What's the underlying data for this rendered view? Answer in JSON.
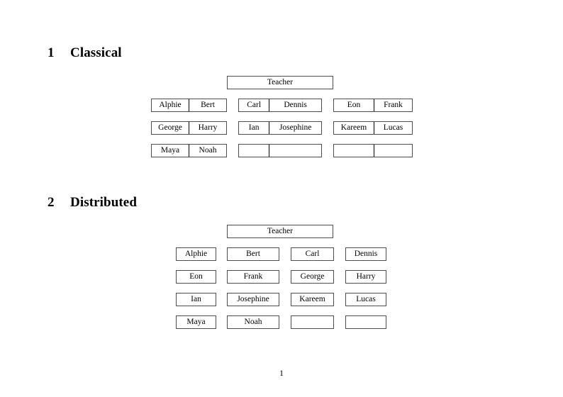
{
  "document": {
    "page_number": "1"
  },
  "sections": [
    {
      "number": "1",
      "title": "Classical",
      "root": {
        "label": "Teacher"
      },
      "groups": [
        {
          "name": "group-left",
          "rows": [
            {
              "cells": [
                {
                  "label": "Alphie"
                },
                {
                  "label": "Bert"
                }
              ]
            },
            {
              "cells": [
                {
                  "label": "George"
                },
                {
                  "label": "Harry"
                }
              ]
            },
            {
              "cells": [
                {
                  "label": "Maya"
                },
                {
                  "label": "Noah"
                }
              ]
            }
          ]
        },
        {
          "name": "group-middle",
          "rows": [
            {
              "cells": [
                {
                  "label": "Carl"
                },
                {
                  "label": "Dennis"
                }
              ]
            },
            {
              "cells": [
                {
                  "label": "Ian"
                },
                {
                  "label": "Josephine"
                }
              ]
            },
            {
              "cells": [
                {
                  "label": ""
                },
                {
                  "label": ""
                }
              ]
            }
          ]
        },
        {
          "name": "group-right",
          "rows": [
            {
              "cells": [
                {
                  "label": "Eon"
                },
                {
                  "label": "Frank"
                }
              ]
            },
            {
              "cells": [
                {
                  "label": "Kareem"
                },
                {
                  "label": "Lucas"
                }
              ]
            },
            {
              "cells": [
                {
                  "label": ""
                },
                {
                  "label": ""
                }
              ]
            }
          ]
        }
      ]
    },
    {
      "number": "2",
      "title": "Distributed",
      "root": {
        "label": "Teacher"
      },
      "rows": [
        {
          "cells": [
            {
              "label": "Alphie"
            },
            {
              "label": "Bert"
            },
            {
              "label": "Carl"
            },
            {
              "label": "Dennis"
            }
          ]
        },
        {
          "cells": [
            {
              "label": "Eon"
            },
            {
              "label": "Frank"
            },
            {
              "label": "George"
            },
            {
              "label": "Harry"
            }
          ]
        },
        {
          "cells": [
            {
              "label": "Ian"
            },
            {
              "label": "Josephine"
            },
            {
              "label": "Kareem"
            },
            {
              "label": "Lucas"
            }
          ]
        },
        {
          "cells": [
            {
              "label": "Maya"
            },
            {
              "label": "Noah"
            },
            {
              "label": ""
            },
            {
              "label": ""
            }
          ]
        }
      ]
    }
  ]
}
